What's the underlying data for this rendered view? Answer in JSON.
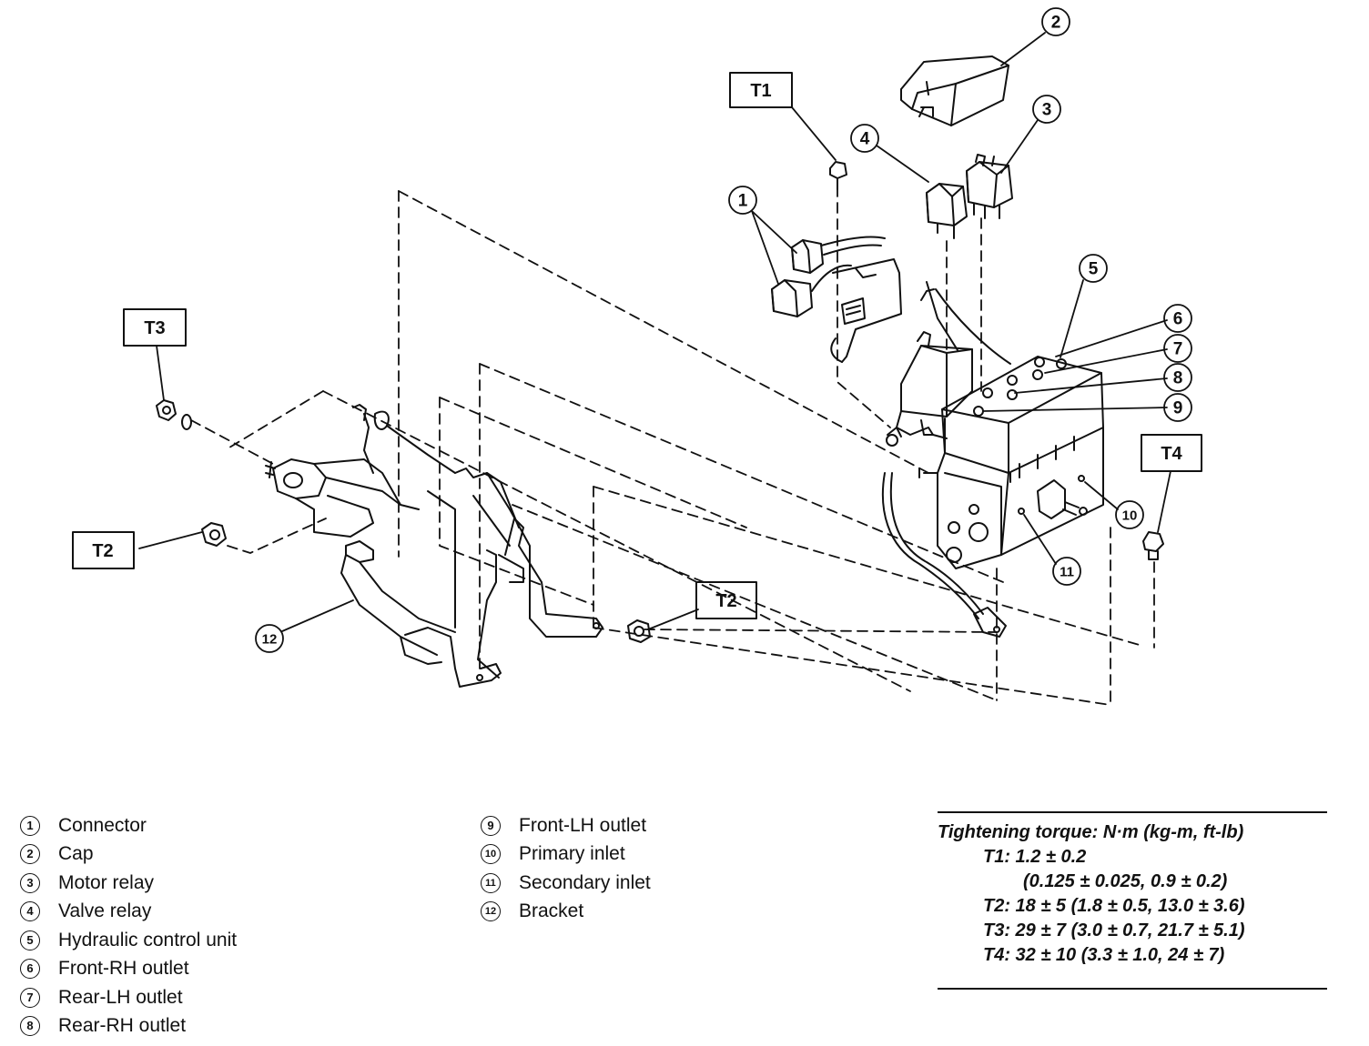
{
  "callouts": [
    "1",
    "2",
    "3",
    "4",
    "5",
    "6",
    "7",
    "8",
    "9",
    "10",
    "11",
    "12"
  ],
  "torque_boxes": {
    "t1": "T1",
    "t2a": "T2",
    "t2b": "T2",
    "t3": "T3",
    "t4": "T4"
  },
  "legend": {
    "left": [
      {
        "num": "1",
        "label": "Connector"
      },
      {
        "num": "2",
        "label": "Cap"
      },
      {
        "num": "3",
        "label": "Motor relay"
      },
      {
        "num": "4",
        "label": "Valve relay"
      },
      {
        "num": "5",
        "label": "Hydraulic control unit"
      },
      {
        "num": "6",
        "label": "Front-RH outlet"
      },
      {
        "num": "7",
        "label": "Rear-LH outlet"
      },
      {
        "num": "8",
        "label": "Rear-RH outlet"
      }
    ],
    "right": [
      {
        "num": "9",
        "label": "Front-LH outlet"
      },
      {
        "num": "10",
        "label": "Primary inlet"
      },
      {
        "num": "11",
        "label": "Secondary inlet"
      },
      {
        "num": "12",
        "label": "Bracket"
      }
    ]
  },
  "torque_table": {
    "title": "Tightening torque: N·m (kg-m, ft-lb)",
    "t1_line1": "T1: 1.2 ± 0.2",
    "t1_line2": "(0.125 ± 0.025, 0.9 ± 0.2)",
    "t2": "T2: 18 ± 5 (1.8 ± 0.5, 13.0 ± 3.6)",
    "t3": "T3: 29 ± 7 (3.0 ± 0.7, 21.7 ± 5.1)",
    "t4": "T4: 32 ± 10 (3.3 ± 1.0, 24 ± 7)"
  }
}
